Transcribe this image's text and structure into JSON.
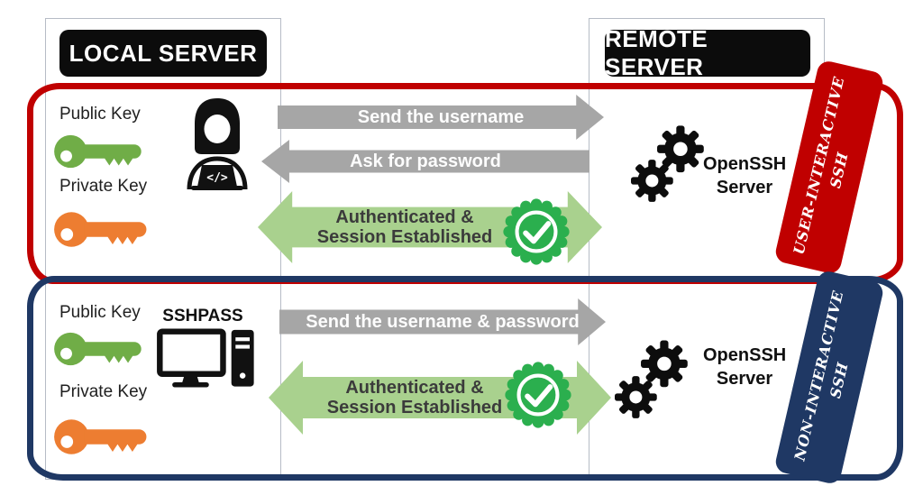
{
  "columns": {
    "local": "LOCAL SERVER",
    "remote": "REMOTE SERVER"
  },
  "row1": {
    "banner_line1": "USER-INTERACTIVE",
    "banner_line2": "SSH",
    "public_key_label": "Public Key",
    "private_key_label": "Private Key",
    "client_code_glyph": "</>",
    "server_line1": "OpenSSH",
    "server_line2": "Server",
    "arrow_send": "Send the username",
    "arrow_ask": "Ask for password",
    "arrow_auth_line1": "Authenticated &",
    "arrow_auth_line2": "Session Established"
  },
  "row2": {
    "banner_line1": "NON-INTERACTIVE",
    "banner_line2": "SSH",
    "public_key_label": "Public Key",
    "private_key_label": "Private Key",
    "client_label": "SSHPASS",
    "server_line1": "OpenSSH",
    "server_line2": "Server",
    "arrow_send": "Send the username & password",
    "arrow_auth_line1": "Authenticated &",
    "arrow_auth_line2": "Session Established"
  },
  "colors": {
    "user_interactive_accent": "#C00000",
    "non_interactive_accent": "#1F3864",
    "gray_arrow": "#A6A6A6",
    "light_green_arrow": "#A9D18E",
    "badge_green": "#2BAF4E",
    "public_key_green": "#70AD47",
    "private_key_orange": "#ED7D31"
  }
}
